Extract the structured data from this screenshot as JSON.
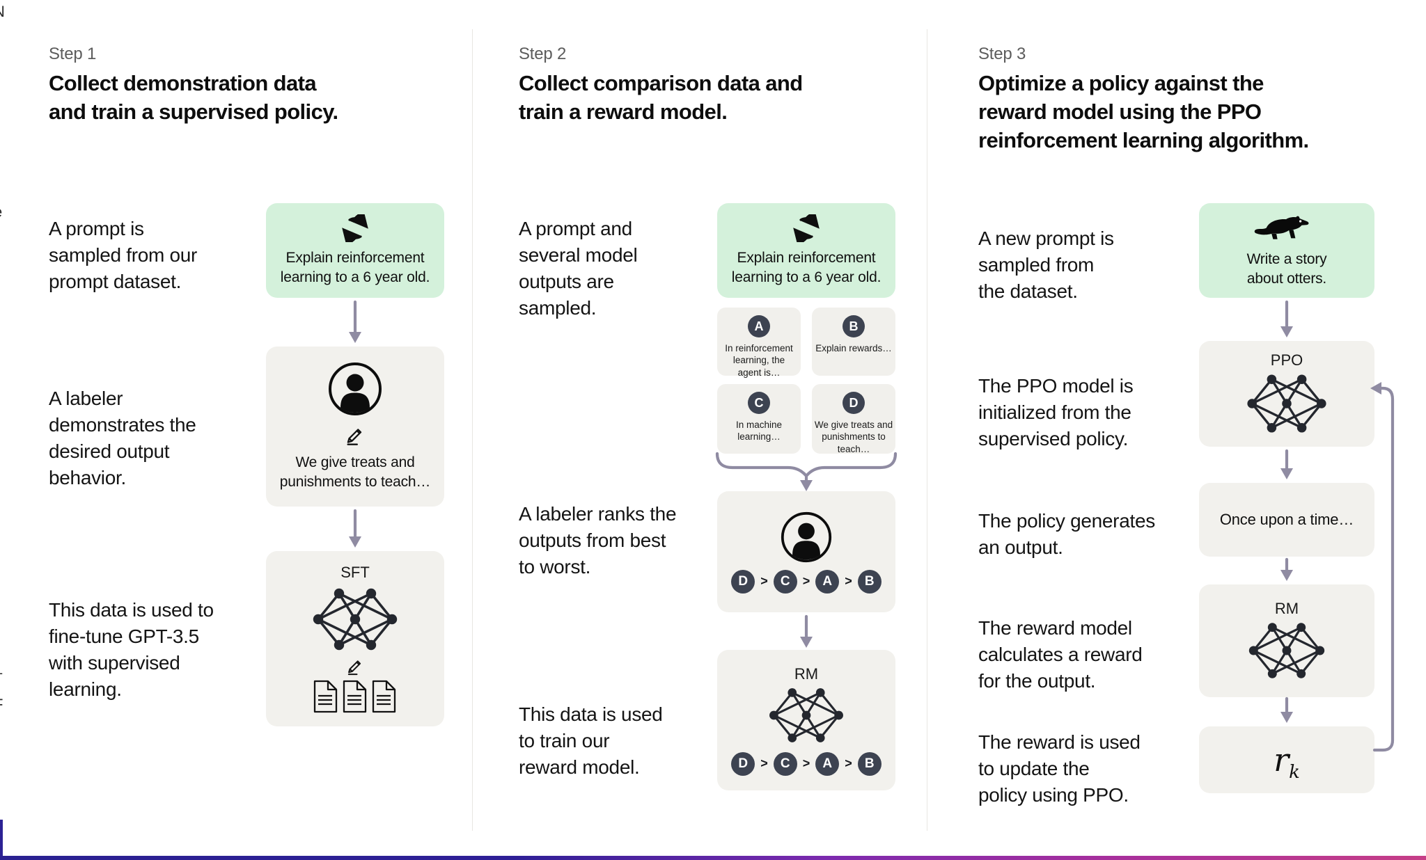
{
  "colors": {
    "prompt_box_green": "#d4f1db",
    "model_box_gray": "#f2f1ed",
    "rank_chip": "#3d4351",
    "arrow": "#8f8ba2",
    "bottom_gradient_left": "#2a2191",
    "bottom_gradient_mid": "#7c2aae",
    "bottom_gradient_right": "#c63e87"
  },
  "ranking_separator": ">",
  "steps": [
    {
      "label": "Step 1",
      "title": "Collect demonstration data\nand train a supervised policy.",
      "captions": [
        "A prompt is\nsampled from our\nprompt dataset.",
        "A labeler\ndemonstrates the\ndesired output\nbehavior.",
        "This data is used to\nfine-tune GPT-3.5\nwith supervised\nlearning."
      ],
      "prompt_text": "Explain reinforcement\nlearning to a 6 year old.",
      "labeler_text": "We give treats and\npunishments to teach…",
      "model_label": "SFT"
    },
    {
      "label": "Step 2",
      "title": "Collect comparison data and\ntrain a reward model.",
      "captions": [
        "A prompt and\nseveral model\noutputs are\nsampled.",
        "A labeler ranks the\noutputs from best\nto worst.",
        "This data is used\nto train our\nreward model."
      ],
      "prompt_text": "Explain reinforcement\nlearning to a 6 year old.",
      "outputs": [
        {
          "id": "A",
          "text": "In reinforcement\nlearning, the\nagent is…"
        },
        {
          "id": "B",
          "text": "Explain rewards…"
        },
        {
          "id": "C",
          "text": "In machine\nlearning…"
        },
        {
          "id": "D",
          "text": "We give treats and\npunishments to\nteach…"
        }
      ],
      "ranking": [
        "D",
        "C",
        "A",
        "B"
      ],
      "model_label": "RM"
    },
    {
      "label": "Step 3",
      "title": "Optimize a policy against the\nreward model using the PPO\nreinforcement learning algorithm.",
      "captions": [
        "A new prompt is\nsampled from\nthe dataset.",
        "The PPO model is\ninitialized from the\nsupervised policy.",
        "The policy generates\nan output.",
        "The reward model\ncalculates a reward\nfor the output.",
        "The reward is used\nto update the\npolicy using PPO."
      ],
      "prompt_text": "Write a story\nabout otters.",
      "policy_label": "PPO",
      "output_text": "Once upon a time…",
      "reward_model_label": "RM",
      "reward_base": "r",
      "reward_subscript": "k"
    }
  ],
  "artifacts": {
    "edge_glyphs": [
      "N",
      "-",
      "e",
      "t",
      "•",
      "–",
      "F"
    ]
  }
}
